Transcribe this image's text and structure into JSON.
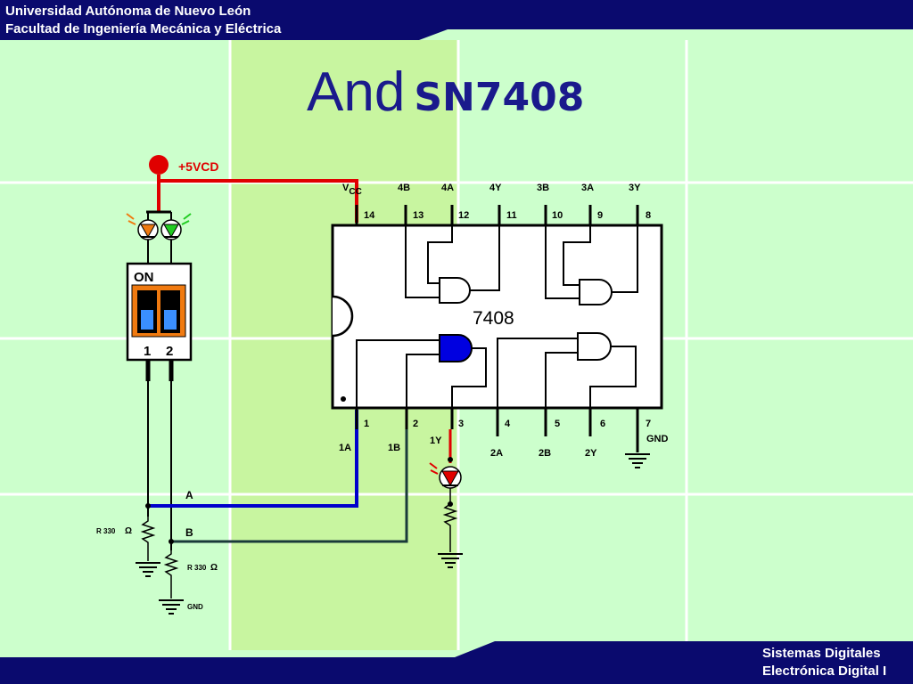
{
  "header": {
    "line1": "Universidad Autónoma de Nuevo León",
    "line2": "Facultad de Ingeniería Mecánica y Eléctrica"
  },
  "title": {
    "part1": "And",
    "part2": "SN7408"
  },
  "footer": {
    "line1": "Sistemas Digitales",
    "line2": "Electrónica Digital I"
  },
  "circuit": {
    "supply_label": "+5VCD",
    "vcc_label": "V",
    "vcc_sub": "CC",
    "chip_label": "7408",
    "switch_on": "ON",
    "switch_1": "1",
    "switch_2": "2",
    "top_pin_names": [
      "4B",
      "4A",
      "4Y",
      "3B",
      "3A",
      "3Y"
    ],
    "top_pin_numbers": [
      "14",
      "13",
      "12",
      "11",
      "10",
      "9",
      "8"
    ],
    "bottom_pin_numbers": [
      "1",
      "2",
      "3",
      "4",
      "5",
      "6",
      "7"
    ],
    "bottom_pin_names": [
      "1A",
      "1B",
      "1Y",
      "2A",
      "2B",
      "2Y",
      "GND"
    ],
    "wire_a": "A",
    "wire_b": "B",
    "resistor_1": "R 330",
    "resistor_2": "R 330",
    "ohm": "Ω",
    "gnd": "GND"
  },
  "colors": {
    "header_bg": "#0a0a6e",
    "bg_light": "#ccffcc",
    "bg_center": "#c8f5a0",
    "title": "#1a1a8c",
    "wire_red": "#e00000",
    "wire_blue": "#0000cc",
    "wire_dark": "#1a3a3a",
    "gate_active": "#0000e0"
  }
}
